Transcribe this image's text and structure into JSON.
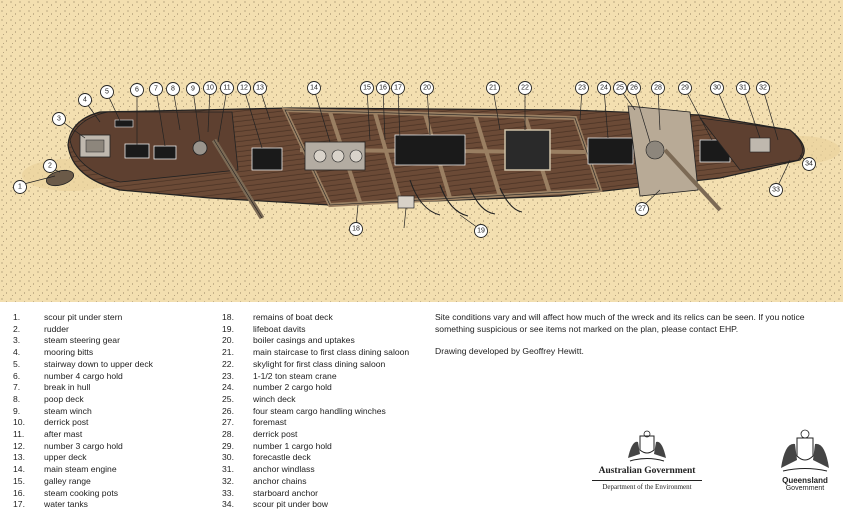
{
  "callouts": [
    {
      "n": "1",
      "label": "scour pit under stern"
    },
    {
      "n": "2",
      "label": "rudder"
    },
    {
      "n": "3",
      "label": "steam steering gear"
    },
    {
      "n": "4",
      "label": "mooring bitts"
    },
    {
      "n": "5",
      "label": "stairway down to upper deck"
    },
    {
      "n": "6",
      "label": "number 4 cargo hold"
    },
    {
      "n": "7",
      "label": "break in hull"
    },
    {
      "n": "8",
      "label": "poop deck"
    },
    {
      "n": "9",
      "label": "steam winch"
    },
    {
      "n": "10",
      "label": "derrick post"
    },
    {
      "n": "11",
      "label": "after mast"
    },
    {
      "n": "12",
      "label": "number 3 cargo hold"
    },
    {
      "n": "13",
      "label": "upper deck"
    },
    {
      "n": "14",
      "label": "main steam engine"
    },
    {
      "n": "15",
      "label": "galley range"
    },
    {
      "n": "16",
      "label": "steam cooking pots"
    },
    {
      "n": "17",
      "label": "water tanks"
    },
    {
      "n": "18",
      "label": "remains of boat deck"
    },
    {
      "n": "19",
      "label": "lifeboat davits"
    },
    {
      "n": "20",
      "label": "boiler casings and uptakes"
    },
    {
      "n": "21",
      "label": "main staircase to first class dining saloon"
    },
    {
      "n": "22",
      "label": "skylight for first class dining saloon"
    },
    {
      "n": "23",
      "label": "1-1/2 ton steam crane"
    },
    {
      "n": "24",
      "label": "number 2 cargo hold"
    },
    {
      "n": "25",
      "label": "winch deck"
    },
    {
      "n": "26",
      "label": "four steam cargo handling winches"
    },
    {
      "n": "27",
      "label": "foremast"
    },
    {
      "n": "28",
      "label": "derrick post"
    },
    {
      "n": "29",
      "label": "number 1 cargo hold"
    },
    {
      "n": "30",
      "label": "forecastle deck"
    },
    {
      "n": "31",
      "label": "anchor windlass"
    },
    {
      "n": "32",
      "label": "anchor chains"
    },
    {
      "n": "33",
      "label": "starboard anchor"
    },
    {
      "n": "34",
      "label": "scour pit under bow"
    }
  ],
  "notes": {
    "site_conditions": "Site conditions vary and will affect how much of the wreck and its relics can be seen. If you notice something suspicious or see items not marked on the plan, please contact EHP.",
    "drawing_credit": "Drawing developed by Geoffrey Hewitt."
  },
  "logos": {
    "australian_government": "Australian Government",
    "department": "Department of the Environment",
    "queensland": "Queensland",
    "queensland_government": "Government"
  },
  "colors": {
    "sand": "#f3dfb0",
    "hull_wood": "#6b4a36",
    "deck_frame": "#9a7f62",
    "outline": "#222222"
  }
}
